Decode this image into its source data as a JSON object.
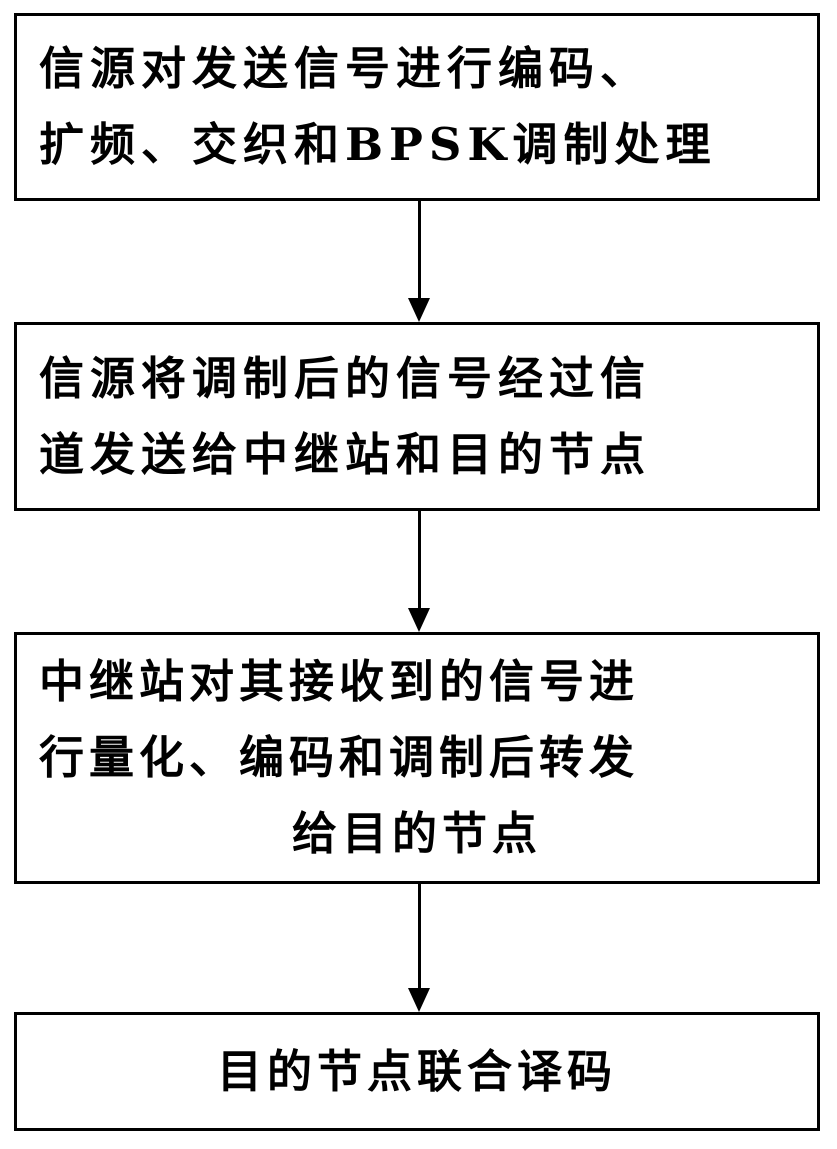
{
  "flowchart": {
    "steps": [
      {
        "lines": [
          "信源对发送信号进行编码、",
          "扩频、交织和BPSK调制处理"
        ]
      },
      {
        "lines": [
          "信源将调制后的信号经过信",
          "道发送给中继站和目的节点"
        ]
      },
      {
        "lines": [
          "中继站对其接收到的信号进",
          "行量化、编码和调制后转发",
          "给目的节点"
        ]
      },
      {
        "lines": [
          "目的节点联合译码"
        ]
      }
    ]
  }
}
